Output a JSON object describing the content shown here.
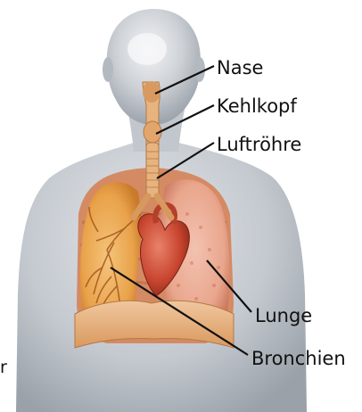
{
  "labels": {
    "nase": "Nase",
    "kehlkopf": "Kehlkopf",
    "luftroehre": "Luftröhre",
    "lunge": "Lunge",
    "bronchien": "Bronchien",
    "cropped_fragment": "r"
  },
  "colors": {
    "body_skin": "#c4c9cf",
    "body_shadow": "#9aa1a9",
    "lung_right_pink": "#e9a68d",
    "lung_left_orange": "#e9a24a",
    "heart_red": "#c8452f",
    "airway_tan": "#e7b37f",
    "diaphragm": "#e8b98c",
    "leader_line": "#111111"
  }
}
